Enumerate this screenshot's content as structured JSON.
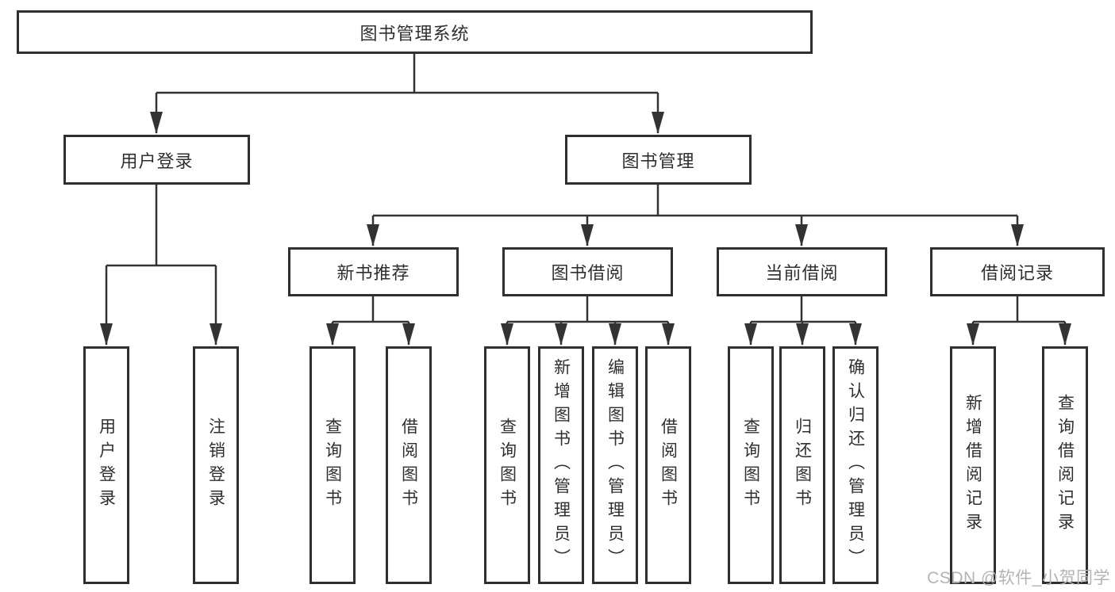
{
  "diagram": {
    "line_color": "#333333",
    "border_color": "#2f2f2f",
    "text_color": "#2f2f2f",
    "root": {
      "label": "图书管理系统",
      "children": [
        {
          "label": "用户登录",
          "children": [
            {
              "label": "用户登录"
            },
            {
              "label": "注销登录"
            }
          ]
        },
        {
          "label": "图书管理",
          "children": [
            {
              "label": "新书推荐",
              "children": [
                {
                  "label": "查询图书"
                },
                {
                  "label": "借阅图书"
                }
              ]
            },
            {
              "label": "图书借阅",
              "children": [
                {
                  "label": "查询图书"
                },
                {
                  "label": "新增图书（管理员）"
                },
                {
                  "label": "编辑图书（管理员）"
                },
                {
                  "label": "借阅图书"
                }
              ]
            },
            {
              "label": "当前借阅",
              "children": [
                {
                  "label": "查询图书"
                },
                {
                  "label": "归还图书"
                },
                {
                  "label": "确认归还（管理员）"
                }
              ]
            },
            {
              "label": "借阅记录",
              "children": [
                {
                  "label": "新增借阅记录"
                },
                {
                  "label": "查询借阅记录"
                }
              ]
            }
          ]
        }
      ]
    }
  },
  "watermark": {
    "text": "CSDN @软件_小贺同学",
    "color": "#b3b3b3"
  }
}
